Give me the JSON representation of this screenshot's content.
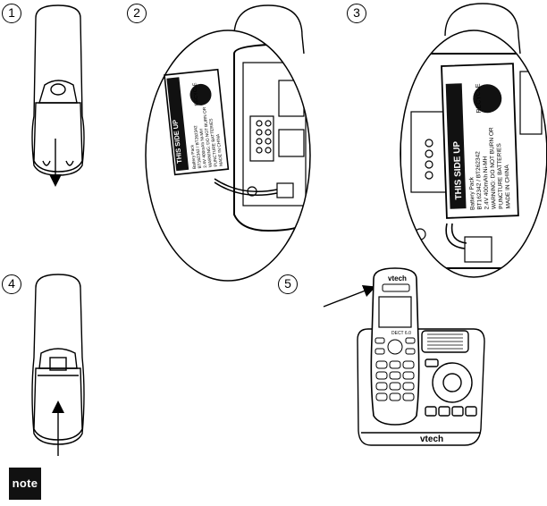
{
  "steps": [
    "1",
    "2",
    "3",
    "4",
    "5"
  ],
  "battery_label": {
    "this_side_up": "THIS SIDE UP",
    "recycle": "RECYCLE",
    "line1": "Battery Pack",
    "line2": "BT162342 / BT262342",
    "line3": "2.4V 400mAh Ni-MH",
    "line4": "WARNING: DO NOT BURN OR",
    "line5": "PUNCTURE BATTERIES",
    "line6": "MADE IN CHINA"
  },
  "phone": {
    "brand": "vtech",
    "base_brand": "vtech",
    "dect": "DECT 6.0"
  },
  "note_label": "note"
}
